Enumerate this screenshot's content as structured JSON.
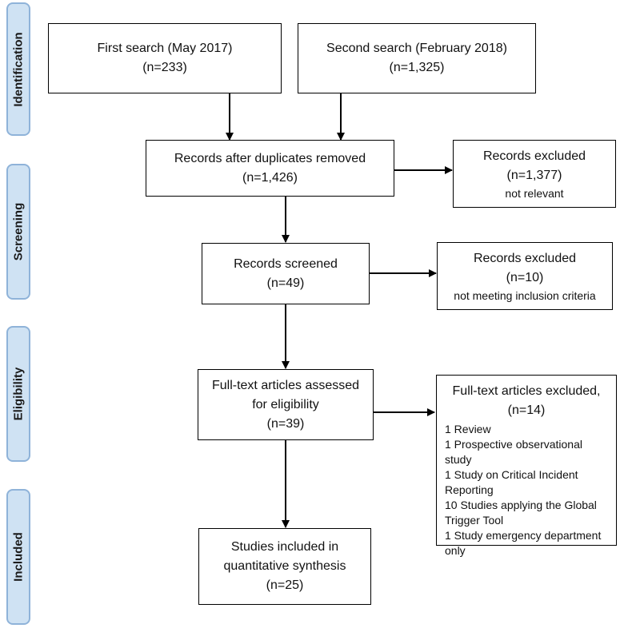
{
  "stages": {
    "identification": "Identification",
    "screening": "Screening",
    "eligibility": "Eligibility",
    "included": "Included"
  },
  "boxes": {
    "first_search": {
      "title": "First search (May 2017)",
      "count": "(n=233)"
    },
    "second_search": {
      "title": "Second search (February 2018)",
      "count": "(n=1,325)"
    },
    "duplicates_removed": {
      "title": "Records after duplicates removed",
      "count": "(n=1,426)"
    },
    "excluded_not_relevant": {
      "title": "Records excluded",
      "count": "(n=1,377)",
      "reason": "not relevant"
    },
    "screened": {
      "title": "Records screened",
      "count": "(n=49)"
    },
    "excluded_criteria": {
      "title": "Records excluded",
      "count": "(n=10)",
      "reason": "not meeting inclusion criteria"
    },
    "fulltext_assessed": {
      "title_line1": "Full-text articles assessed",
      "title_line2": "for eligibility",
      "count": "(n=39)"
    },
    "fulltext_excluded": {
      "title": "Full-text articles excluded,",
      "count": "(n=14)",
      "reasons": [
        "1 Review",
        "1 Prospective observational study",
        "1 Study on Critical Incident Reporting",
        "10 Studies applying the Global Trigger Tool",
        "1 Study emergency department only"
      ]
    },
    "included_studies": {
      "title_line1": "Studies included in",
      "title_line2": "quantitative synthesis",
      "count": "(n=25)"
    }
  }
}
